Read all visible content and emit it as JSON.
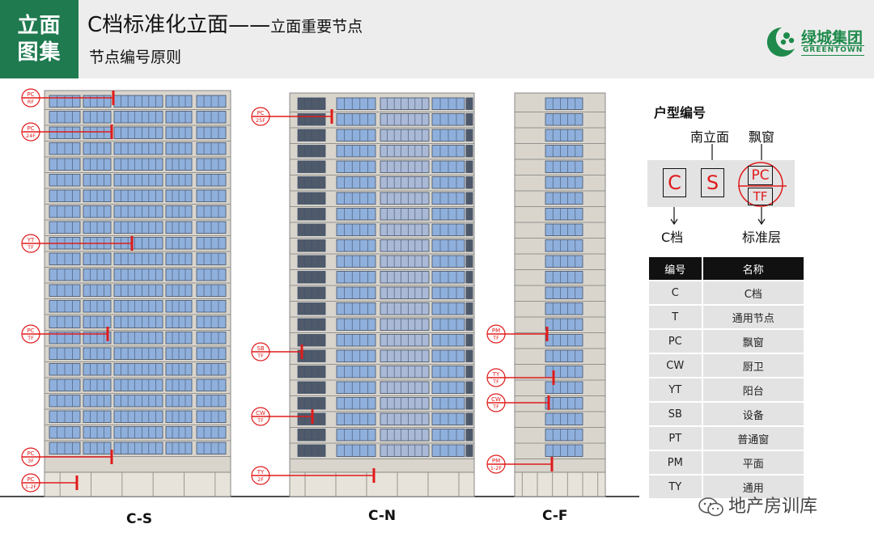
{
  "header": {
    "tag_line1": "立面",
    "tag_line2": "图集",
    "title_main": "C档标准化立面——",
    "title_sub": "立面重要节点",
    "subtitle": "节点编号原则",
    "logo_name": "绿城集团",
    "logo_en": "GREENTOWN",
    "colors": {
      "tag_bg": "#1f7a4f",
      "logo": "#1f8a4c",
      "accent": "#e01b1b"
    }
  },
  "elevations": {
    "cs_label": "C-S",
    "cn_label": "C-N",
    "cf_label": "C-F",
    "cs_tags": [
      [
        "PC",
        "RF"
      ],
      [
        "PC",
        "24F"
      ],
      [
        "YT",
        "TF"
      ],
      [
        "PC",
        "TF"
      ],
      [
        "PC",
        "3F"
      ],
      [
        "PC",
        "1-2F"
      ]
    ],
    "cn_tags": [
      [
        "PC",
        "25F"
      ],
      [
        "SB",
        "TF"
      ],
      [
        "CW",
        "TF"
      ],
      [
        "TY",
        "2F"
      ]
    ],
    "cf_tags": [
      [
        "PM",
        "TF"
      ],
      [
        "TY",
        "TF"
      ],
      [
        "CW",
        "TF"
      ],
      [
        "PM",
        "1-2F"
      ]
    ]
  },
  "legend": {
    "title": "户型编号",
    "label_south": "南立面",
    "label_bay": "飘窗",
    "label_c": "C档",
    "label_std": "标准层",
    "box_c": "C",
    "box_s": "S",
    "box_pc": "PC",
    "box_tf": "TF",
    "table_headers": [
      "编号",
      "名称"
    ],
    "table_rows": [
      [
        "C",
        "C档"
      ],
      [
        "T",
        "通用节点"
      ],
      [
        "PC",
        "飘窗"
      ],
      [
        "CW",
        "厨卫"
      ],
      [
        "YT",
        "阳台"
      ],
      [
        "SB",
        "设备"
      ],
      [
        "PT",
        "普通窗"
      ],
      [
        "PM",
        "平面"
      ],
      [
        "TY",
        "通用"
      ]
    ]
  },
  "watermark": "地产房训库"
}
